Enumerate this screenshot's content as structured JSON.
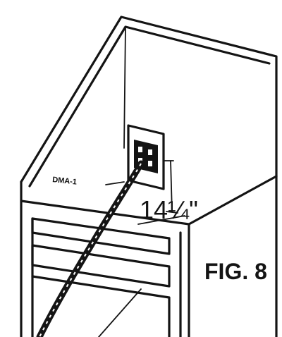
{
  "figure": {
    "label": "FIG. 8",
    "dimension": "14¼\"",
    "part_tag": "DMA-1"
  },
  "icons": {
    "cabinet": "cabinet-outline-icon",
    "receptacle": "wall-receptacle-icon",
    "cord": "power-cord-icon"
  }
}
